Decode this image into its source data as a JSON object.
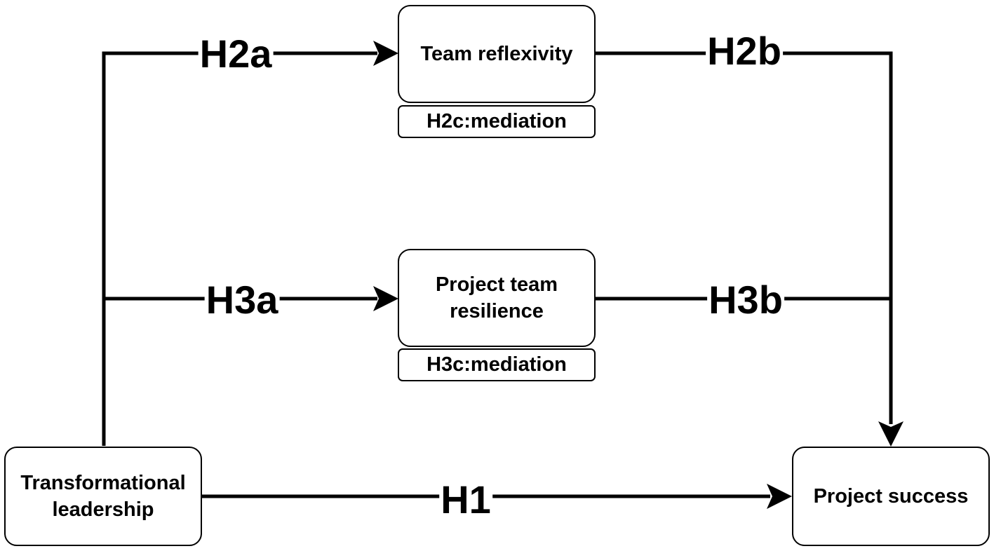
{
  "nodes": {
    "transformational_leadership": "Transformational\nleadership",
    "team_reflexivity": "Team reflexivity",
    "project_team_resilience": "Project team\nresilience",
    "project_success": "Project success"
  },
  "mediations": {
    "h2c": "H2c:mediation",
    "h3c": "H3c:mediation"
  },
  "edges": {
    "h1": "H1",
    "h2a": "H2a",
    "h2b": "H2b",
    "h3a": "H3a",
    "h3b": "H3b"
  }
}
